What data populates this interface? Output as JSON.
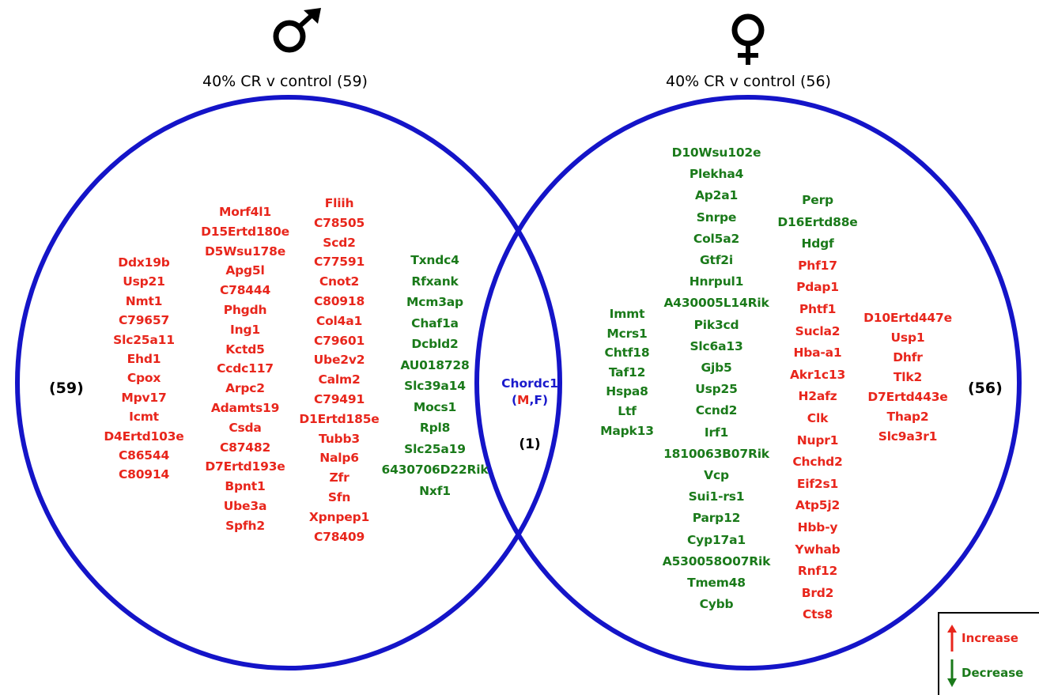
{
  "male": {
    "symbol": "male-symbol",
    "title": "40% CR v control (59)",
    "count_label": "(59)"
  },
  "female": {
    "symbol": "female-symbol",
    "title": "40% CR v control (56)",
    "count_label": "(56)"
  },
  "overlap": {
    "gene": "Chordc1",
    "sex_open": "(",
    "sex_m": "M",
    "sex_comma": ",",
    "sex_f": "F",
    "sex_close": ")",
    "count_label": "(1)"
  },
  "colors": {
    "circle": "#1414c8",
    "increase": "#e8261c",
    "decrease": "#1a7a1a",
    "overlap_gene": "#1a1acc"
  },
  "male_col1": [
    "Ddx19b",
    "Usp21",
    "Nmt1",
    "C79657",
    "Slc25a11",
    "Ehd1",
    "Cpox",
    "Mpv17",
    "Icmt",
    "D4Ertd103e",
    "C86544",
    "C80914"
  ],
  "male_col2": [
    "Morf4l1",
    "D15Ertd180e",
    "D5Wsu178e",
    "Apg5l",
    "C78444",
    "Phgdh",
    "Ing1",
    "Kctd5",
    "Ccdc117",
    "Arpc2",
    "Adamts19",
    "Csda",
    "C87482",
    "D7Ertd193e",
    "Bpnt1",
    "Ube3a",
    "Spfh2"
  ],
  "male_col3": [
    "Fliih",
    "C78505",
    "Scd2",
    "C77591",
    "Cnot2",
    "C80918",
    "Col4a1",
    "C79601",
    "Ube2v2",
    "Calm2",
    "C79491",
    "D1Ertd185e",
    "Tubb3",
    "Nalp6",
    "Zfr",
    "Sfn",
    "Xpnpep1",
    "C78409"
  ],
  "male_col4": [
    "Txndc4",
    "Rfxank",
    "Mcm3ap",
    "Chaf1a",
    "Dcbld2",
    "AU018728",
    "Slc39a14",
    "Mocs1",
    "Rpl8",
    "Slc25a19",
    "6430706D22Rik",
    "Nxf1"
  ],
  "female_col1": [
    "Immt",
    "Mcrs1",
    "Chtf18",
    "Taf12",
    "Hspa8",
    "Ltf",
    "Mapk13"
  ],
  "female_col2": [
    "D10Wsu102e",
    "Plekha4",
    "Ap2a1",
    "Snrpe",
    "Col5a2",
    "Gtf2i",
    "Hnrpul1",
    "A430005L14Rik",
    "Pik3cd",
    "Slc6a13",
    "Gjb5",
    "Usp25",
    "Ccnd2",
    "Irf1",
    "1810063B07Rik",
    "Vcp",
    "Sui1-rs1",
    "Parp12",
    "Cyp17a1",
    "A530058O07Rik",
    "Tmem48",
    "Cybb"
  ],
  "female_col3_green": [
    "Perp",
    "D16Ertd88e",
    "Hdgf"
  ],
  "female_col3_red": [
    "Phf17",
    "Pdap1",
    "Phtf1",
    "Sucla2",
    "Hba-a1",
    "Akr1c13",
    "H2afz",
    "Clk",
    "Nupr1",
    "Chchd2",
    "Eif2s1",
    "Atp5j2",
    "Hbb-y",
    "Ywhab",
    "Rnf12",
    "Brd2",
    "Cts8"
  ],
  "female_col4": [
    "D10Ertd447e",
    "Usp1",
    "Dhfr",
    "Tlk2",
    "D7Ertd443e",
    "Thap2",
    "Slc9a3r1"
  ],
  "legend": {
    "increase_label": "Increase",
    "decrease_label": "Decrease",
    "increase_icon": "up-arrow-icon",
    "decrease_icon": "down-arrow-icon"
  }
}
